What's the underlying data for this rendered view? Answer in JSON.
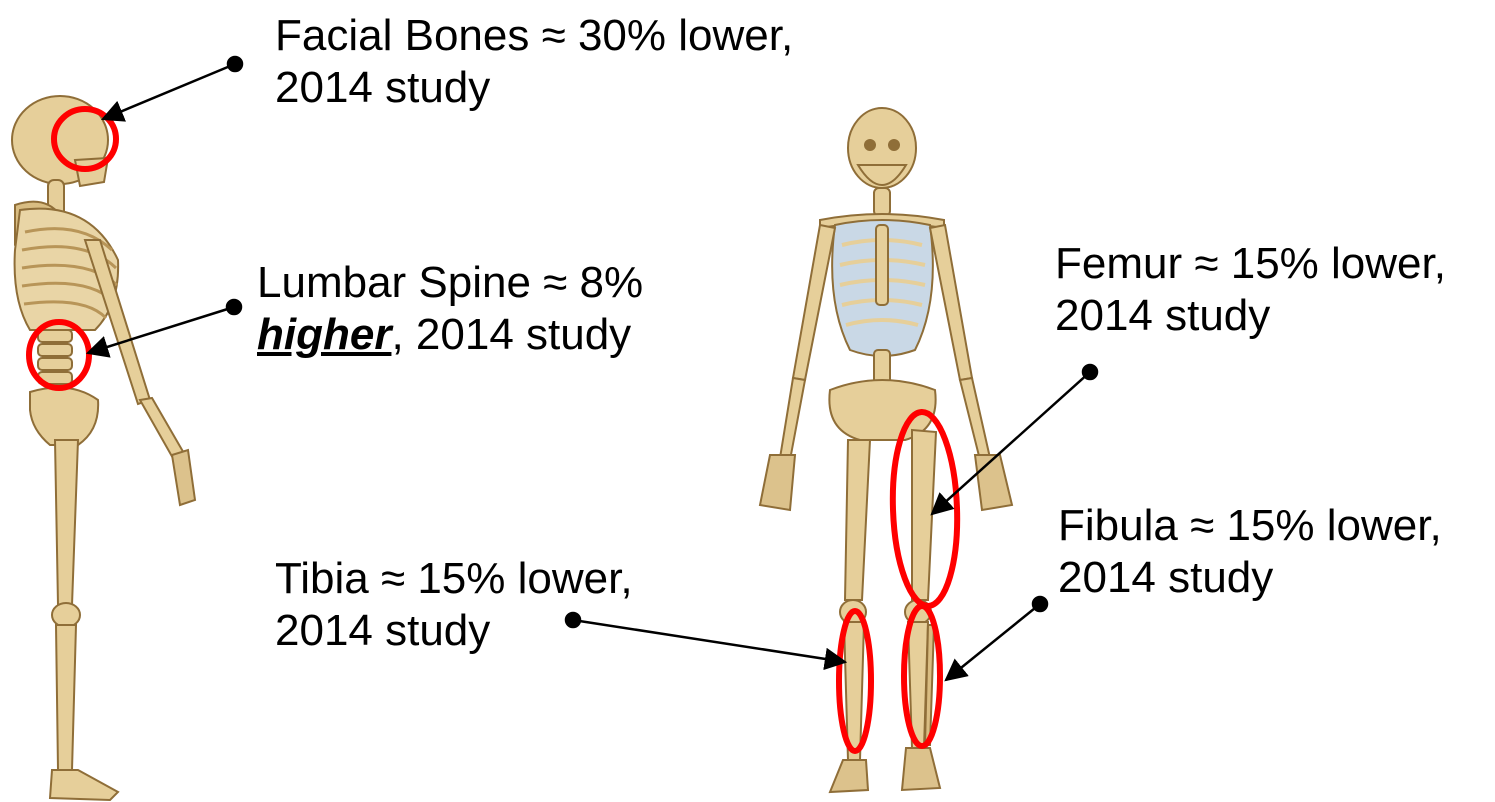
{
  "colors": {
    "bone": "#e6cf9a",
    "bone_shade": "#b89558",
    "bone_outline": "#8f6e38",
    "ribcage_cartilage": "#c9d8e6",
    "highlight_ring": "#ff0000",
    "text": "#000000"
  },
  "annotations": {
    "facial_bones": {
      "line1": "Facial Bones ≈ 30% lower,",
      "line2": "2014 study"
    },
    "lumbar_spine": {
      "line1": "Lumbar Spine ≈ 8%",
      "line2_em": "higher",
      "line2_rest": ", 2014 study"
    },
    "femur": {
      "line1": "Femur ≈ 15% lower,",
      "line2": "2014 study"
    },
    "fibula": {
      "line1": "Fibula ≈ 15% lower,",
      "line2": "2014 study"
    },
    "tibia": {
      "line1": "Tibia ≈ 15% lower,",
      "line2": "2014 study"
    }
  }
}
